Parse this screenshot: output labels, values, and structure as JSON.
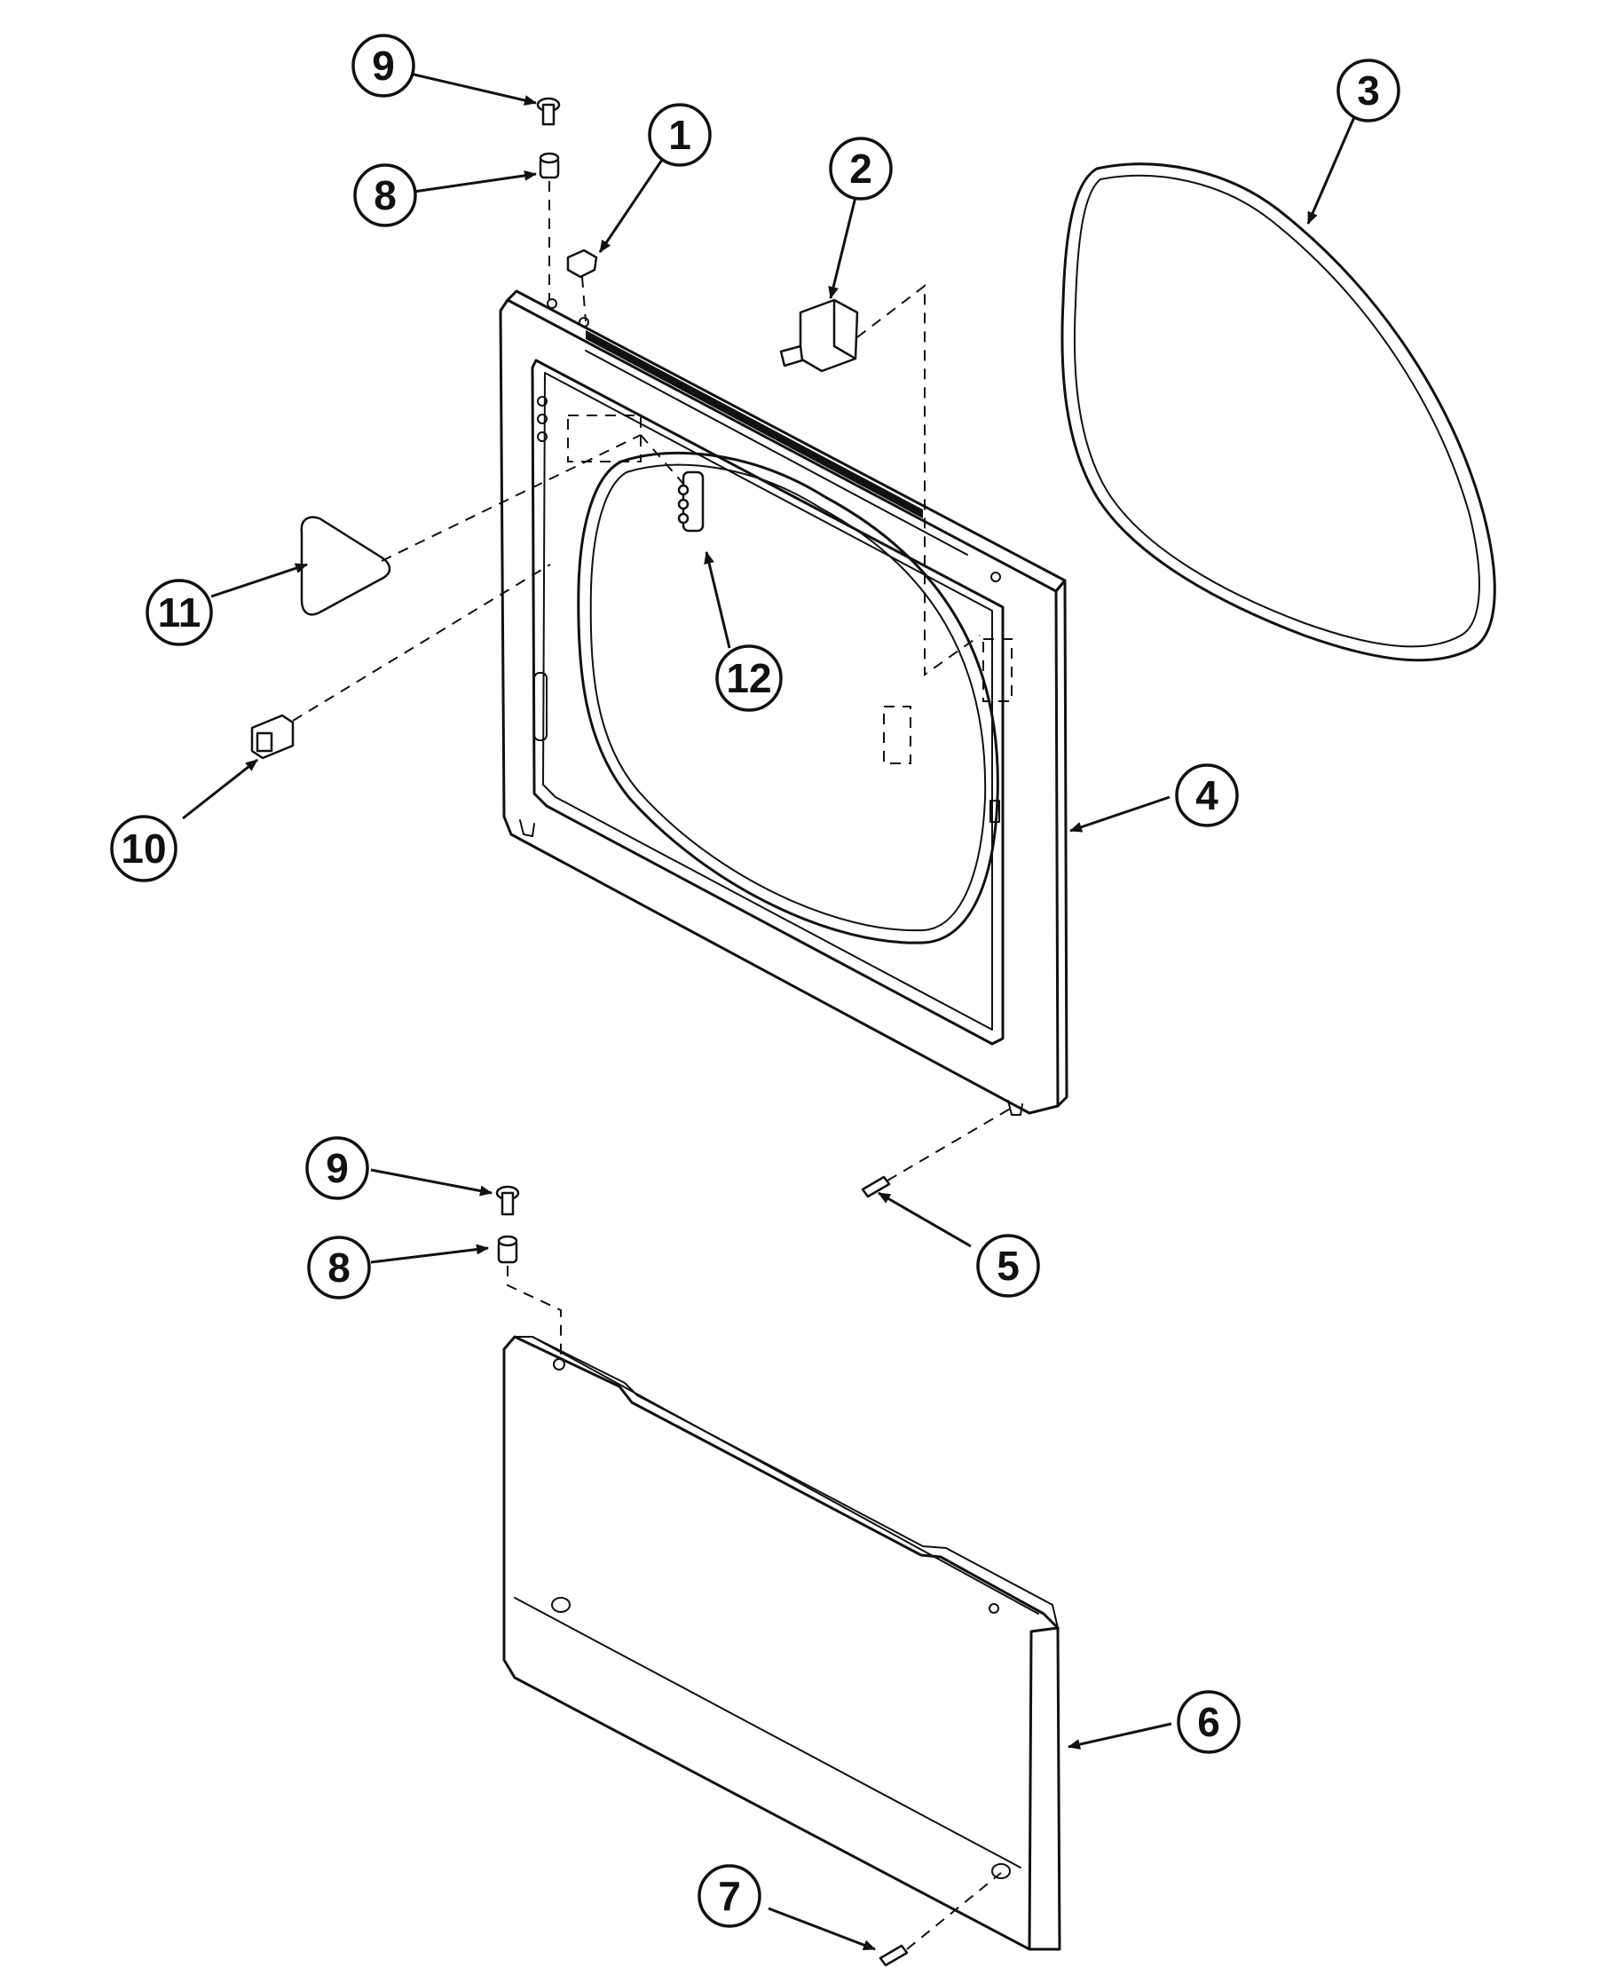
{
  "callouts": [
    {
      "id": "c9a",
      "label": "9"
    },
    {
      "id": "c8a",
      "label": "8"
    },
    {
      "id": "c1",
      "label": "1"
    },
    {
      "id": "c2",
      "label": "2"
    },
    {
      "id": "c3",
      "label": "3"
    },
    {
      "id": "c11",
      "label": "11"
    },
    {
      "id": "c12",
      "label": "12"
    },
    {
      "id": "c10",
      "label": "10"
    },
    {
      "id": "c4",
      "label": "4"
    },
    {
      "id": "c9b",
      "label": "9"
    },
    {
      "id": "c8b",
      "label": "8"
    },
    {
      "id": "c5",
      "label": "5"
    },
    {
      "id": "c6",
      "label": "6"
    },
    {
      "id": "c7",
      "label": "7"
    }
  ],
  "colors": {
    "ink": "#111111",
    "paper": "#ffffff"
  }
}
